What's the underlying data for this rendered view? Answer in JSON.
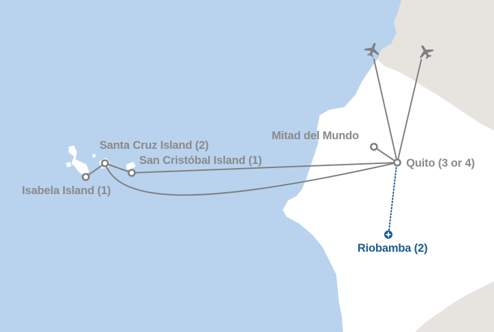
{
  "map": {
    "colors": {
      "ocean": "#b9d3ef",
      "land": "#ffffff",
      "neighbor_land": "#e7e4e0",
      "route": "#7f7f7f",
      "stop_label": "#8a8a8a",
      "highlight": "#1b5b8e"
    },
    "icons": [
      "airplane-icon",
      "airplane-icon",
      "route-stop-marker",
      "highlight-stop-marker"
    ],
    "places": {
      "mitad": "Mitad del Mundo",
      "santa_cruz": "Santa Cruz Island (2)",
      "san_cristobal": "San Cristóbal Island (1)",
      "quito": "Quito (3 or 4)",
      "isabela": "Isabela Island (1)",
      "riobamba": "Riobamba (2)"
    }
  }
}
